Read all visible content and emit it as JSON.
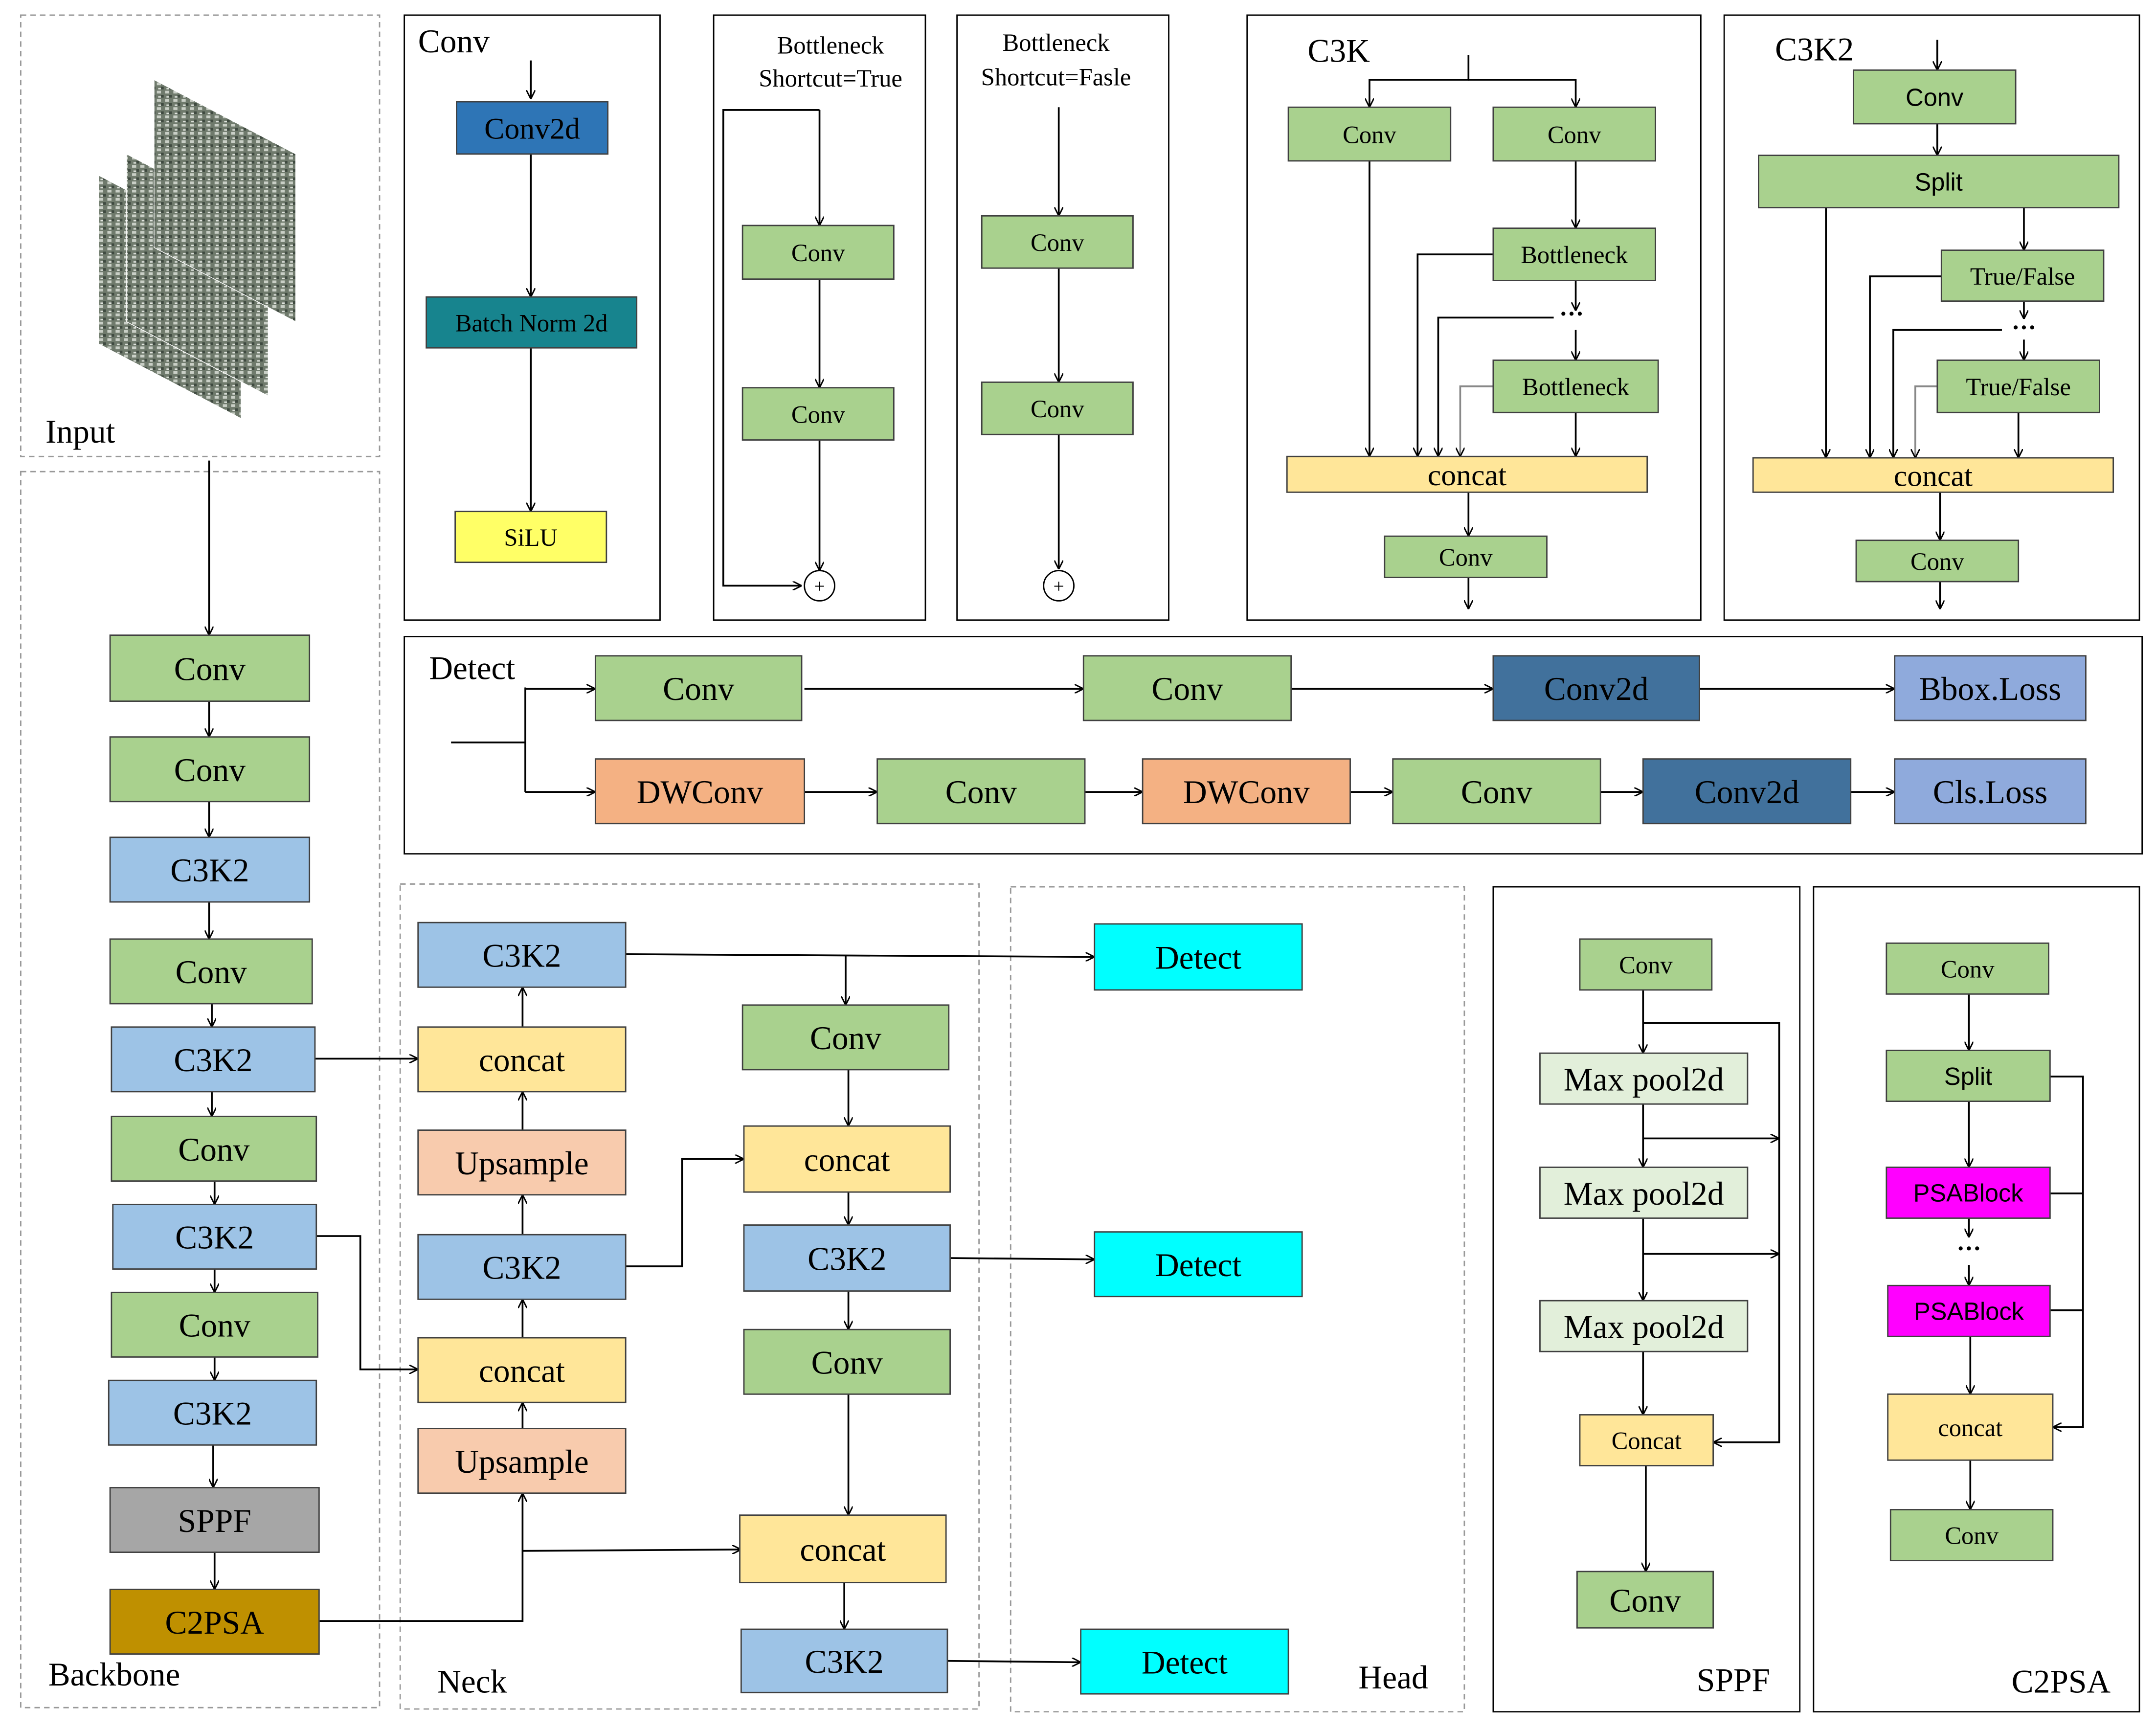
{
  "colors": {
    "conv": "#A9D18E",
    "conv2d": "#2E75B6",
    "conv2d_detect": "#41719C",
    "batchnorm": "#17848E",
    "silu": "#FFFF66",
    "c3k2": "#9DC3E6",
    "concat": "#FFE699",
    "upsample": "#F8CBAD",
    "sppf": "#A6A6A6",
    "c2psa": "#BF9000",
    "detect": "#00FFFF",
    "dwconv": "#F4B183",
    "loss": "#8FAADC",
    "maxpool": "#E2EFDA",
    "psablock": "#FF00FF"
  },
  "input": {
    "label": "Input"
  },
  "backbone": {
    "label": "Backbone",
    "blocks": [
      "Conv",
      "Conv",
      "C3K2",
      "Conv",
      "C3K2",
      "Conv",
      "C3K2",
      "Conv",
      "C3K2",
      "SPPF",
      "C2PSA"
    ]
  },
  "conv_module": {
    "title": "Conv",
    "blocks": [
      "Conv2d",
      "Batch Norm 2d",
      "SiLU"
    ]
  },
  "bottleneck_true": {
    "title_line1": "Bottleneck",
    "title_line2": "Shortcut=True",
    "blocks": [
      "Conv",
      "Conv"
    ],
    "add_symbol": "+"
  },
  "bottleneck_false": {
    "title_line1": "Bottleneck",
    "title_line2": "Shortcut=Fasle",
    "blocks": [
      "Conv",
      "Conv"
    ],
    "add_symbol": "+"
  },
  "c3k": {
    "title": "C3K",
    "blocks": [
      "Conv",
      "Conv",
      "Bottleneck",
      "Bottleneck",
      "concat",
      "Conv"
    ],
    "ellipsis": "···"
  },
  "c3k2": {
    "title": "C3K2",
    "blocks": [
      "Conv",
      "Split",
      "True/False",
      "True/False",
      "concat",
      "Conv"
    ],
    "ellipsis": "···"
  },
  "detect_module": {
    "title": "Detect",
    "row1": [
      "Conv",
      "Conv",
      "Conv2d",
      "Bbox.Loss"
    ],
    "row2": [
      "DWConv",
      "Conv",
      "DWConv",
      "Conv",
      "Conv2d",
      "Cls.Loss"
    ]
  },
  "neck": {
    "label": "Neck",
    "left_column": [
      "C3K2",
      "concat",
      "Upsample",
      "C3K2",
      "concat",
      "Upsample"
    ],
    "right_column": [
      "Conv",
      "concat",
      "C3K2",
      "Conv",
      "concat",
      "C3K2"
    ]
  },
  "head": {
    "label": "Head",
    "blocks": [
      "Detect",
      "Detect",
      "Detect"
    ]
  },
  "sppf": {
    "label": "SPPF",
    "blocks": [
      "Conv",
      "Max pool2d",
      "Max pool2d",
      "Max pool2d",
      "Concat",
      "Conv"
    ]
  },
  "c2psa": {
    "label": "C2PSA",
    "blocks": [
      "Conv",
      "Split",
      "PSABlock",
      "PSABlock",
      "concat",
      "Conv"
    ],
    "ellipsis": "···"
  }
}
